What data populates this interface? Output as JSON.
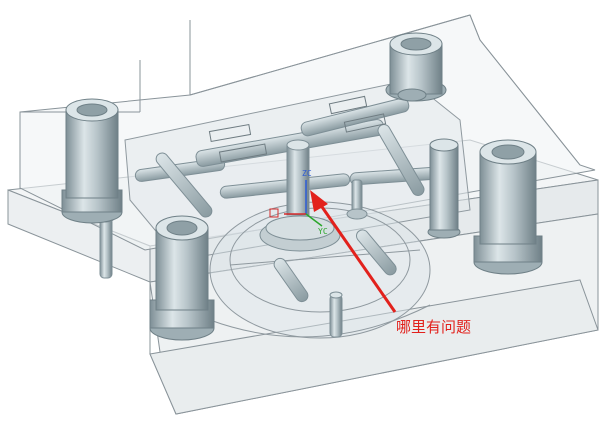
{
  "viewport": {
    "background": "#ffffff"
  },
  "annotation": {
    "text": "哪里有问题",
    "color": "#e2211c"
  },
  "triad": {
    "z_label": "ZC",
    "y_label": "YC",
    "colors": {
      "x": "#d62a2a",
      "y": "#2aa62a",
      "z": "#2b5bd6"
    }
  },
  "colors": {
    "edge": "#8a949a",
    "part_fill": "#b7c4c9",
    "part_dark": "#7e8f96",
    "part_light": "#dce5e8"
  },
  "icons": {
    "triad": "wcs-triad-icon",
    "arrow": "annotation-arrow-icon"
  }
}
